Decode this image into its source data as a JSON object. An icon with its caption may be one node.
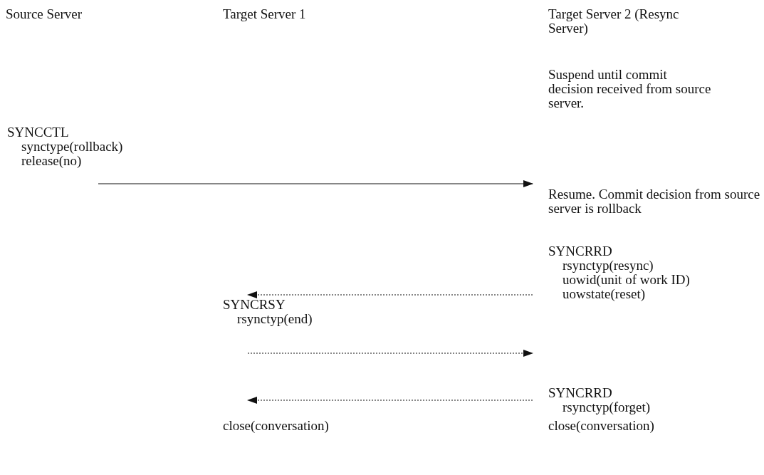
{
  "diagram": {
    "nodes": [
      {
        "text": [
          "SYNCCTL",
          "synctype(rollback)",
          "release(no)"
        ]
      },
      {
        "text": [
          "Resume. Commit decision from source server is rollback"
        ]
      },
      {
        "text": [
          "SYNCRRD",
          "rsynctyp(resync)",
          "uowid(unit of work ID)",
          "uowstate(reset)"
        ]
      },
      {
        "text": [
          "SYNCRSY",
          "rsynctyp(end)"
        ]
      },
      {
        "text": [
          "SYNCRRD",
          "rsynctyp(forget)"
        ]
      },
      {
        "text": [
          "close(conversation)"
        ]
      }
    ],
    "edges": [
      {
        "from": 0,
        "to": 1,
        "arrow": "to"
      },
      {
        "from": 2,
        "to": 3,
        "arrow": "to",
        "style": "dashed"
      },
      {
        "from": 3,
        "to": 4,
        "arrow": "to",
        "style": "dashed"
      },
      {
        "from": 4,
        "to": 5,
        "arrow": "to",
        "style": "dashed"
      }
    ],
    "labels": [
      "Source Server",
      "Target Server 1",
      "Target Server 2 (Resync Server)",
      "Suspend until commit decision received from source server.",
      "close(conversation)"
    ]
  }
}
